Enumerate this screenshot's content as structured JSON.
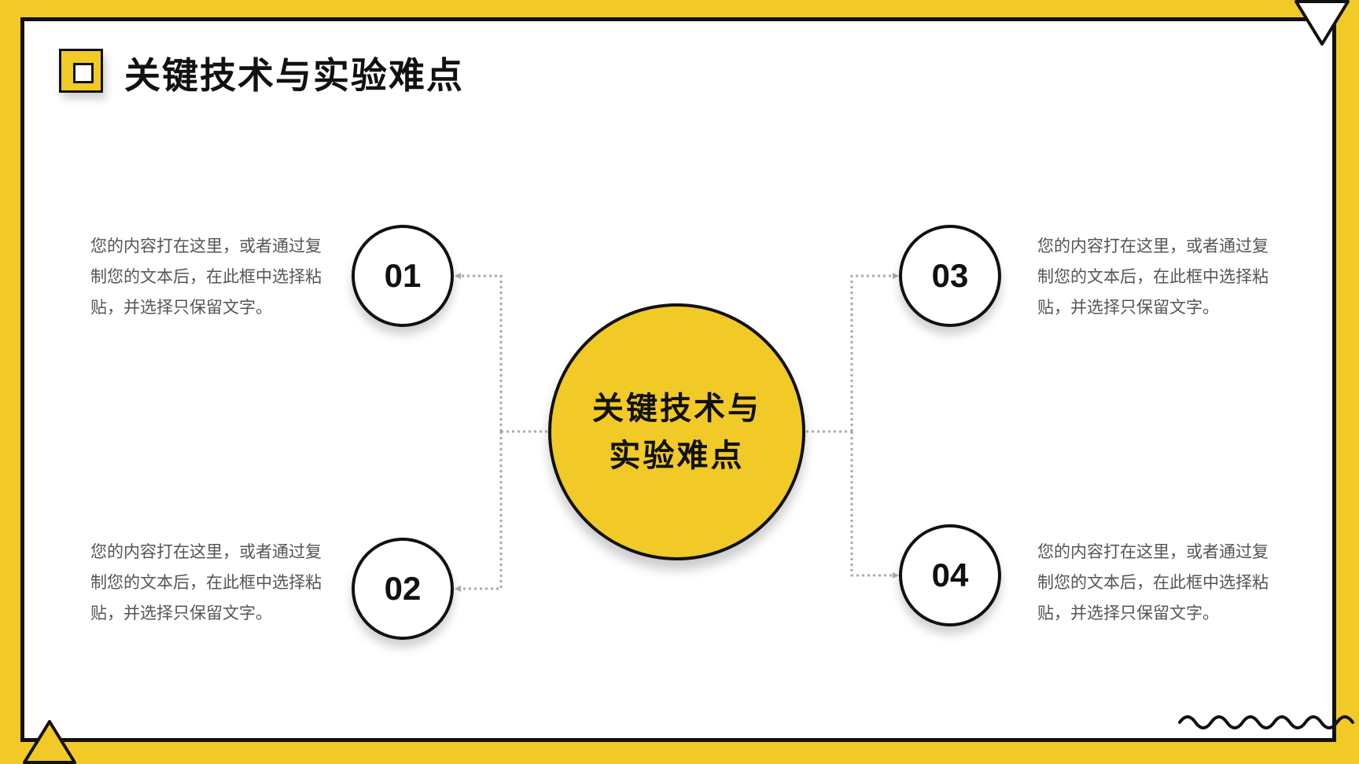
{
  "title": "关键技术与实验难点",
  "center": {
    "line1": "关键技术与",
    "line2": "实验难点"
  },
  "items": [
    {
      "number": "01",
      "text": "您的内容打在这里，或者通过复制您的文本后，在此框中选择粘贴，并选择只保留文字。"
    },
    {
      "number": "02",
      "text": "您的内容打在这里，或者通过复制您的文本后，在此框中选择粘贴，并选择只保留文字。"
    },
    {
      "number": "03",
      "text": "您的内容打在这里，或者通过复制您的文本后，在此框中选择粘贴，并选择只保留文字。"
    },
    {
      "number": "04",
      "text": "您的内容打在这里，或者通过复制您的文本后，在此框中选择粘贴，并选择只保留文字。"
    }
  ],
  "colors": {
    "accent": "#F2CA27",
    "ink": "#111111",
    "connector": "#AAAAAA",
    "body_text": "#555555"
  }
}
